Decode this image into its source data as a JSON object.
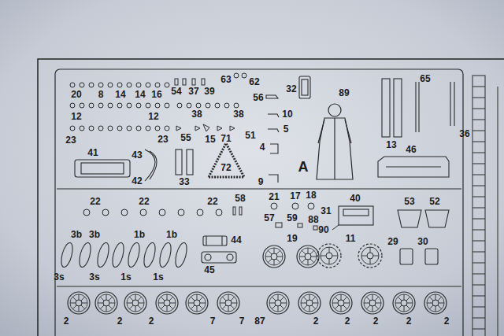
{
  "diagram": {
    "labels": [
      "20",
      "8",
      "14",
      "14",
      "16",
      "54",
      "37",
      "39",
      "63",
      "62",
      "56",
      "32",
      "89",
      "65",
      "12",
      "12",
      "38",
      "38",
      "10",
      "5",
      "36",
      "13",
      "23",
      "23",
      "55",
      "15",
      "71",
      "51",
      "4",
      "46",
      "41",
      "43",
      "42",
      "33",
      "72",
      "9",
      "A",
      "22",
      "22",
      "22",
      "58",
      "21",
      "17",
      "18",
      "40",
      "53",
      "52",
      "31",
      "57",
      "59",
      "88",
      "90",
      "3b",
      "3b",
      "1b",
      "1b",
      "3s",
      "3s",
      "1s",
      "1s",
      "44",
      "45",
      "19",
      "11",
      "29",
      "30",
      "2",
      "2",
      "2",
      "7",
      "7",
      "87",
      "2",
      "2",
      "2",
      "2",
      "2"
    ]
  }
}
